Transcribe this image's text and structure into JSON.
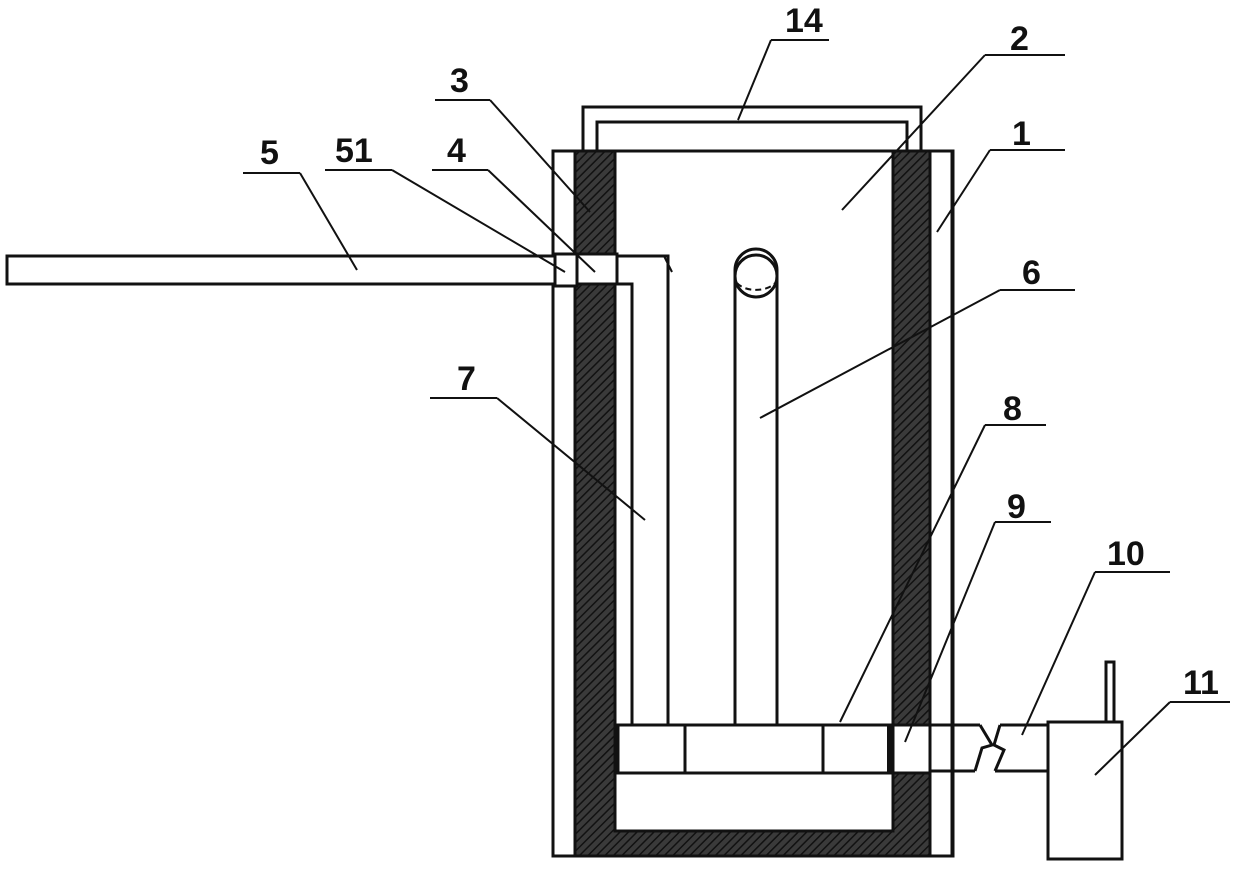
{
  "labels": {
    "l1": "1",
    "l2": "2",
    "l3": "3",
    "l4": "4",
    "l5": "5",
    "l51": "51",
    "l6": "6",
    "l7": "7",
    "l8": "8",
    "l9": "9",
    "l10": "10",
    "l11": "11",
    "l14": "14"
  },
  "colors": {
    "line": "#111111",
    "hatch": "#2b2b2b",
    "background": "#ffffff"
  }
}
